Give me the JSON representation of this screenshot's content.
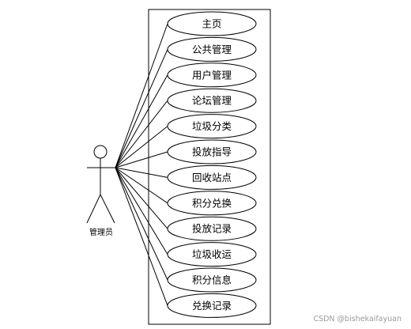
{
  "actor": {
    "label": "管理员"
  },
  "use_cases": [
    "主页",
    "公共管理",
    "用户管理",
    "论坛管理",
    "垃圾分类",
    "投放指导",
    "回收站点",
    "积分兑换",
    "投放记录",
    "垃圾收运",
    "积分信息",
    "兑换记录"
  ],
  "watermark": "CSDN @bishekaifayuan"
}
